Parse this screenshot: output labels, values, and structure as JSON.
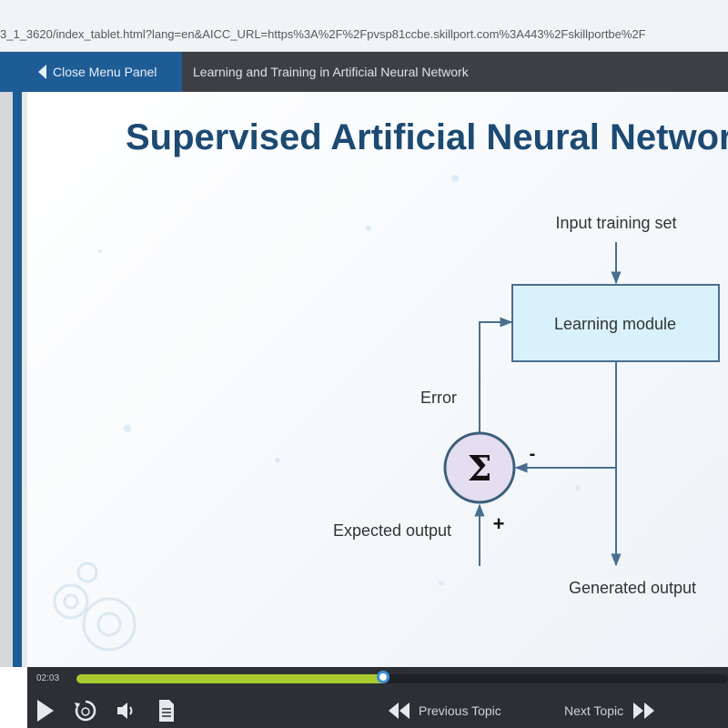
{
  "browser": {
    "url": "3_1_3620/index_tablet.html?lang=en&AICC_URL=https%3A%2F%2Fpvsp81ccbe.skillport.com%3A443%2Fskillportbe%2F"
  },
  "header": {
    "close_menu_label": "Close Menu Panel",
    "course_title": "Learning and Training in Artificial Neural Network"
  },
  "slide": {
    "title": "Supervised Artificial Neural Network",
    "diagram": {
      "input_label": "Input training set",
      "module_label": "Learning module",
      "error_label": "Error",
      "sum_symbol": "Σ",
      "minus_sign": "-",
      "plus_sign": "+",
      "expected_label": "Expected output",
      "generated_label": "Generated output"
    }
  },
  "controls": {
    "time": "02:03",
    "progress": 0.47,
    "previous_label": "Previous Topic",
    "next_label": "Next Topic"
  },
  "colors": {
    "brand_blue": "#1e5c96",
    "header_dark": "#3c4045",
    "title_navy": "#1d4a72",
    "progress_green": "#a9cb2f",
    "module_fill": "#d9f1fb"
  }
}
